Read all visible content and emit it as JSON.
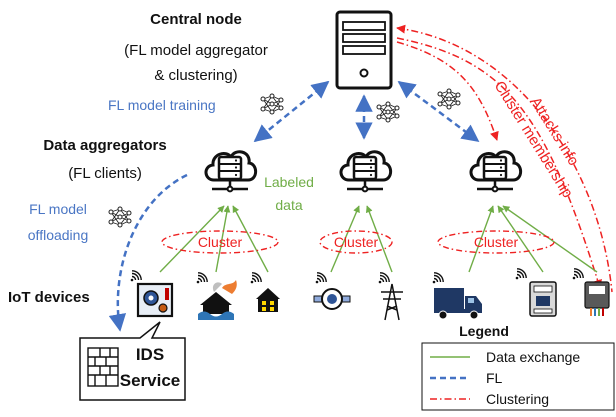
{
  "central": {
    "title": "Central node",
    "line1": "(FL model aggregator",
    "line2": "& clustering)"
  },
  "aggregators": {
    "title": "Data aggregators",
    "subtitle": "(FL clients)"
  },
  "fl_training": "FL model training",
  "fl_offloading": {
    "line1": "FL model",
    "line2": "offloading"
  },
  "labeled_data": {
    "line1": "Labeled",
    "line2": "data"
  },
  "cluster_label": "Cluster",
  "iot_label": "IoT devices",
  "ids": {
    "line1": "IDS",
    "line2": "Service"
  },
  "attacks_info": "Attacks info",
  "cluster_membership": "Cluster membership",
  "legend": {
    "title": "Legend",
    "items": [
      {
        "label": "Data exchange",
        "color": "#70ad47",
        "style": "solid"
      },
      {
        "label": "FL",
        "color": "#4472c4",
        "style": "dashed"
      },
      {
        "label": "Clustering",
        "color": "#ee2222",
        "style": "dashdot"
      }
    ]
  },
  "colors": {
    "data_exchange": "#70ad47",
    "fl": "#4472c4",
    "clustering": "#ee2222",
    "icon": "#111111",
    "fl_text": "#4a76c4"
  },
  "icons": [
    "server-icon",
    "cloud-server-icon",
    "neural-network-icon",
    "wifi-icon",
    "industrial-gear-icon",
    "flooded-house-icon",
    "smart-home-icon",
    "water-meter-icon",
    "power-tower-icon",
    "truck-icon",
    "electric-meter-icon",
    "sensor-device-icon",
    "brick-wall-icon"
  ]
}
